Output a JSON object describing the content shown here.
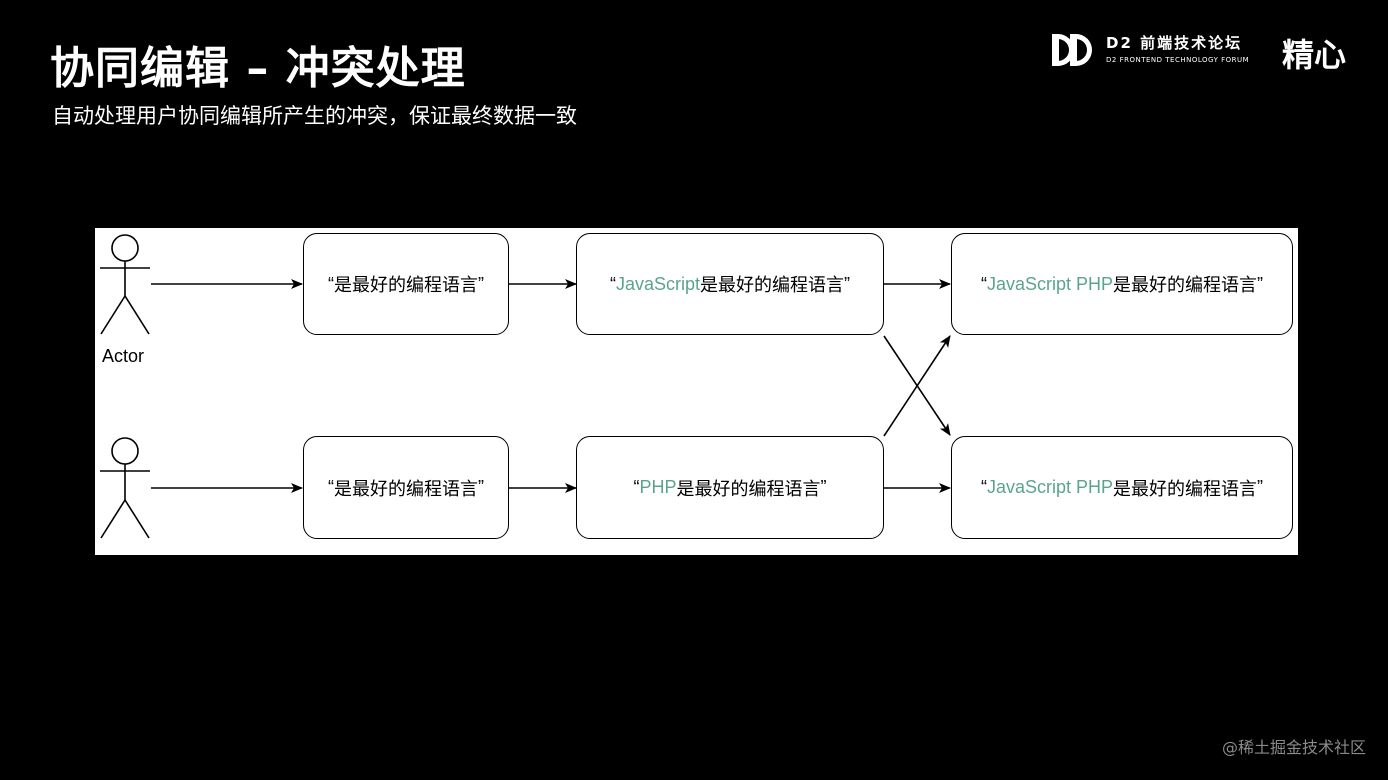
{
  "slide": {
    "title": "协同编辑 – 冲突处理",
    "subtitle": "自动处理用户协同编辑所产生的冲突，保证最终数据一致"
  },
  "brand": {
    "forum_cn": "D2 前端技术论坛",
    "forum_en": "D2 FRONTEND TECHNOLOGY FORUM",
    "logo2": "精心"
  },
  "diagram": {
    "actor_label": "Actor",
    "highlight_color": "#5aa58a",
    "nodes": {
      "top_1": {
        "quote_open": "“",
        "highlight": "",
        "text": "是最好的编程语言",
        "quote_close": "”"
      },
      "top_2": {
        "quote_open": "“",
        "highlight": "JavaScript",
        "text": " 是最好的编程语言",
        "quote_close": "”"
      },
      "top_3": {
        "quote_open": "“",
        "highlight": "JavaScript PHP",
        "text": " 是最好的编程语言",
        "quote_close": "”"
      },
      "bottom_1": {
        "quote_open": "“",
        "highlight": "",
        "text": "是最好的编程语言",
        "quote_close": "”"
      },
      "bottom_2": {
        "quote_open": "“",
        "highlight": "PHP",
        "text": " 是最好的编程语言",
        "quote_close": "”"
      },
      "bottom_3": {
        "quote_open": "“",
        "highlight": "JavaScript PHP",
        "text": " 是最好的编程语言",
        "quote_close": "”"
      }
    }
  },
  "watermark": "@稀土掘金技术社区"
}
